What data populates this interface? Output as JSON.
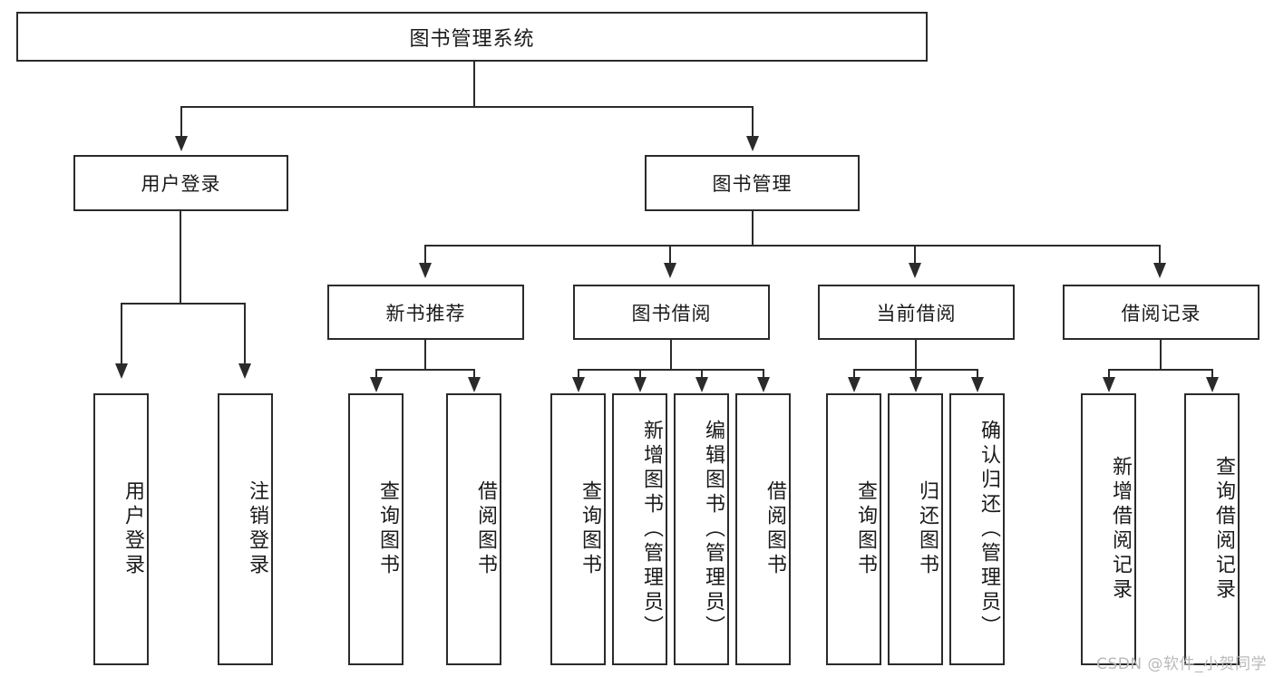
{
  "diagram": {
    "title": "图书管理系统",
    "type": "tree",
    "root": {
      "label": "图书管理系统",
      "children": [
        {
          "label": "用户登录",
          "children": [
            {
              "label": "用户登录"
            },
            {
              "label": "注销登录"
            }
          ]
        },
        {
          "label": "图书管理",
          "children": [
            {
              "label": "新书推荐",
              "children": [
                {
                  "label": "查询图书"
                },
                {
                  "label": "借阅图书"
                }
              ]
            },
            {
              "label": "图书借阅",
              "children": [
                {
                  "label": "查询图书"
                },
                {
                  "label": "新增图书（管理员）"
                },
                {
                  "label": "编辑图书（管理员）"
                },
                {
                  "label": "借阅图书"
                }
              ]
            },
            {
              "label": "当前借阅",
              "children": [
                {
                  "label": "查询图书"
                },
                {
                  "label": "归还图书"
                },
                {
                  "label": "确认归还（管理员）"
                }
              ]
            },
            {
              "label": "借阅记录",
              "children": [
                {
                  "label": "新增借阅记录"
                },
                {
                  "label": "查询借阅记录"
                }
              ]
            }
          ]
        }
      ]
    },
    "nodes": {
      "root": "图书管理系统",
      "l1_user_login": "用户登录",
      "l1_book_mgmt": "图书管理",
      "l2_new_book_rec": "新书推荐",
      "l2_book_borrow": "图书借阅",
      "l2_current_borrow": "当前借阅",
      "l2_borrow_record": "借阅记录",
      "leaf_user_login": "用户登录",
      "leaf_logout": "注销登录",
      "leaf_rec_query": "查询图书",
      "leaf_rec_borrow": "借阅图书",
      "leaf_borrow_query": "查询图书",
      "leaf_borrow_add": "新增图书（管理员）",
      "leaf_borrow_edit": "编辑图书（管理员）",
      "leaf_borrow_do": "借阅图书",
      "leaf_cur_query": "查询图书",
      "leaf_cur_return": "归还图书",
      "leaf_cur_confirm": "确认归还（管理员）",
      "leaf_rec_add": "新增借阅记录",
      "leaf_rec_search": "查询借阅记录"
    }
  },
  "watermark": "CSDN @软件_小贺同学",
  "colors": {
    "stroke": "#2b2b2b",
    "background": "#ffffff",
    "text": "#1a1a1a",
    "watermark": "#b9b9b9"
  }
}
